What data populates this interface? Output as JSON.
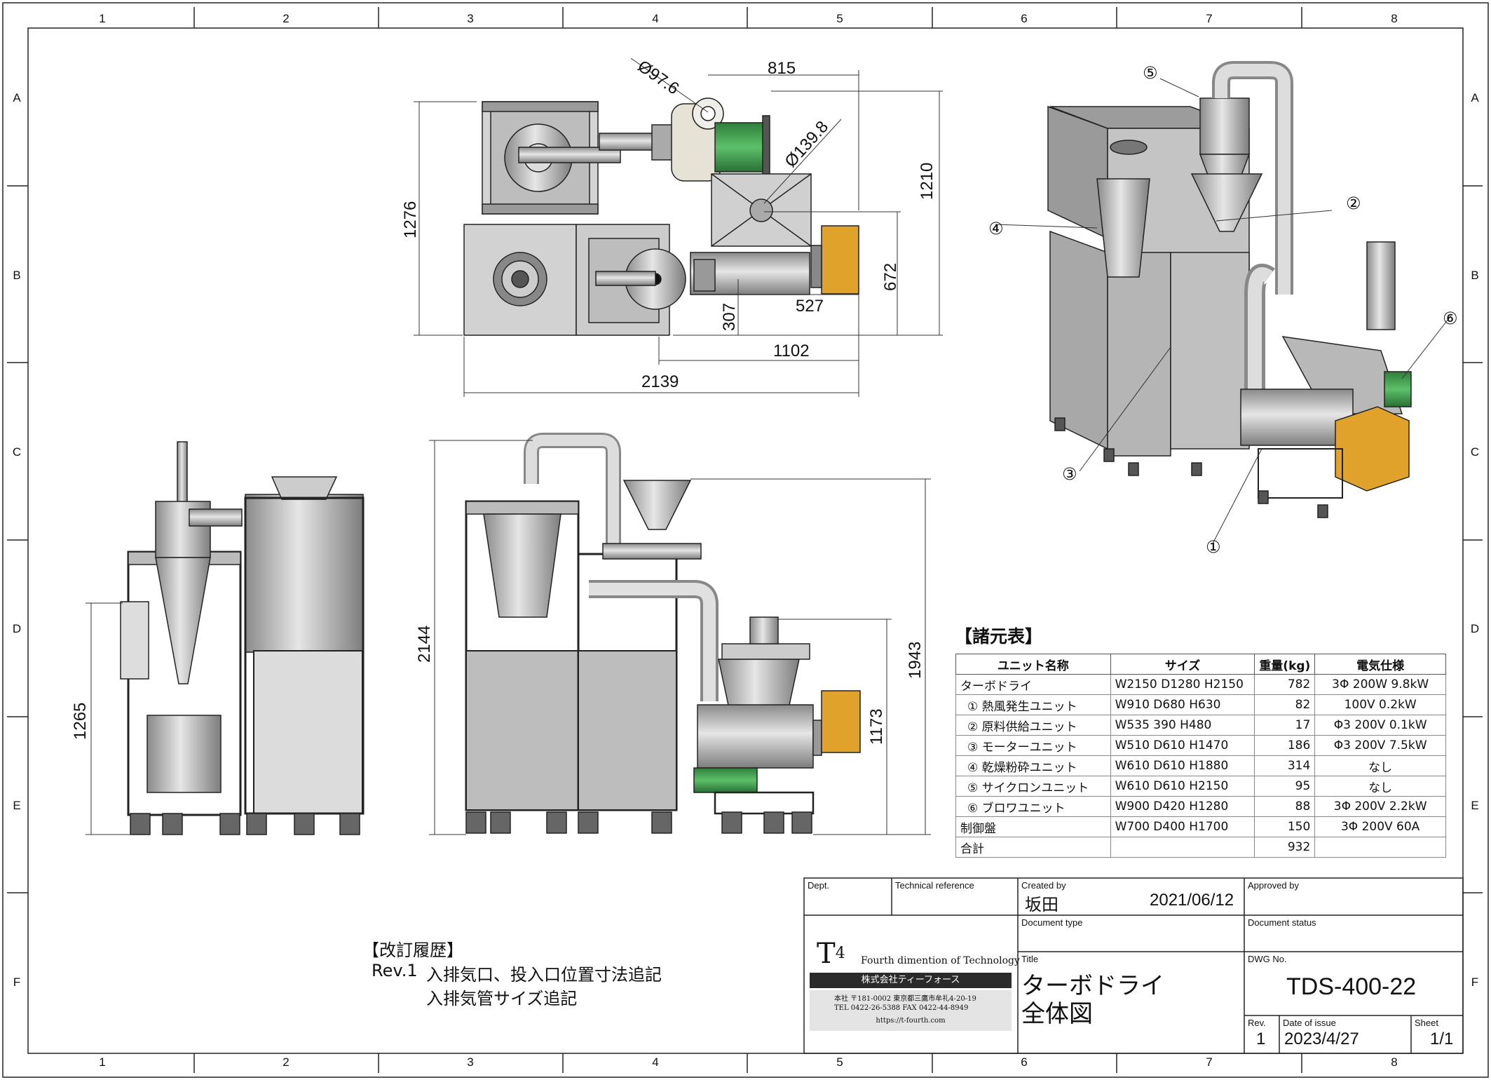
{
  "border": {
    "columns": [
      "1",
      "2",
      "3",
      "4",
      "5",
      "6",
      "7",
      "8"
    ],
    "rows": [
      "A",
      "B",
      "C",
      "D",
      "E",
      "F"
    ]
  },
  "top_view_dims": [
    "Ø97.6",
    "815",
    "Ø139.8",
    "1210",
    "1276",
    "672",
    "307",
    "527",
    "1102",
    "2139"
  ],
  "side_view_dims": [
    "1265"
  ],
  "front_view_dims": [
    "2144",
    "1943",
    "1173"
  ],
  "iso_labels": [
    "⑤",
    "②",
    "④",
    "⑥",
    "③",
    "①"
  ],
  "spec_table": {
    "title": "【諸元表】",
    "headers": [
      "ユニット名称",
      "サイズ",
      "重量(kg)",
      "電気仕様"
    ],
    "rows": [
      [
        "ターボドライ",
        "W2150 D1280 H2150",
        "782",
        "3Φ 200W 9.8kW"
      ],
      [
        "① 熱風発生ユニット",
        "W910 D680 H630",
        "82",
        "100V 0.2kW"
      ],
      [
        "② 原料供給ユニット",
        "W535 390 H480",
        "17",
        "Φ3 200V 0.1kW"
      ],
      [
        "③ モーターユニット",
        "W510 D610 H1470",
        "186",
        "Φ3 200V 7.5kW"
      ],
      [
        "④ 乾燥粉砕ユニット",
        "W610 D610 H1880",
        "314",
        "なし"
      ],
      [
        "⑤ サイクロンユニット",
        "W610 D610 H2150",
        "95",
        "なし"
      ],
      [
        "⑥ ブロワユニット",
        "W900 D420 H1280",
        "88",
        "3Φ 200V 2.2kW"
      ],
      [
        "制御盤",
        "W700 D400 H1700",
        "150",
        "3Φ 200V 60A"
      ],
      [
        "合計",
        "",
        "932",
        ""
      ]
    ]
  },
  "revision": {
    "title": "【改訂履歴】",
    "rev_label": "Rev.1",
    "line1": "入排気口、投入口位置寸法追記",
    "line2": "入排気管サイズ追記"
  },
  "title_block": {
    "dept_label": "Dept.",
    "tech_ref_label": "Technical reference",
    "created_by_label": "Created by",
    "created_by": "坂田",
    "created_date": "2021/06/12",
    "approved_by_label": "Approved by",
    "doc_type_label": "Document type",
    "doc_status_label": "Document status",
    "title_label": "Title",
    "title_line1": "ターボドライ",
    "title_line2": "全体図",
    "dwg_label": "DWG No.",
    "dwg_no": "TDS-400-22",
    "rev_label": "Rev.",
    "rev": "1",
    "issue_label": "Date of issue",
    "issue_date": "2023/4/27",
    "sheet_label": "Sheet",
    "sheet": "1/1",
    "logo": {
      "mark": "T",
      "mark_sup": "4",
      "tagline": "Fourth dimention of Technology",
      "company": "株式会社ティーフォース",
      "address": "本社 〒181-0002 東京都三鷹市牟礼4-20-19",
      "phone": "TEL 0422-26-5388 FAX 0422-44-8949",
      "url": "https://t-fourth.com"
    }
  },
  "colors": {
    "line": "#222222",
    "steel": "#b9b9b9",
    "steel_dark": "#8c8c8c",
    "panel": "#c8c8c8",
    "motor_green": "#3b9a4a",
    "heater_orange": "#e0a22a"
  }
}
